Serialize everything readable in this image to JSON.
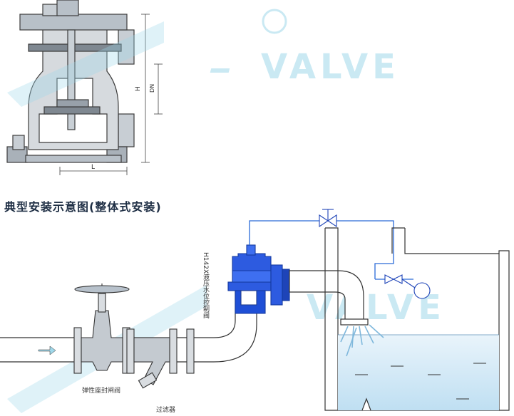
{
  "title": "典型安装示意图(整体式安装)",
  "dimensions": {
    "height": "H",
    "diameter": "DN",
    "length": "L"
  },
  "labels": {
    "main_valve": "H142X液压水位控制阀",
    "gate_valve": "弹性座封闸阀",
    "strainer": "过滤器"
  },
  "watermark": "VALVE",
  "colors": {
    "pipe_outline": "#333333",
    "valve_blue": "#1f4fd6",
    "control_line": "#2a6bd8",
    "valve_section": "#9aa4ae",
    "water": "#cfe6f6",
    "watermark": "#9fd8ea"
  }
}
